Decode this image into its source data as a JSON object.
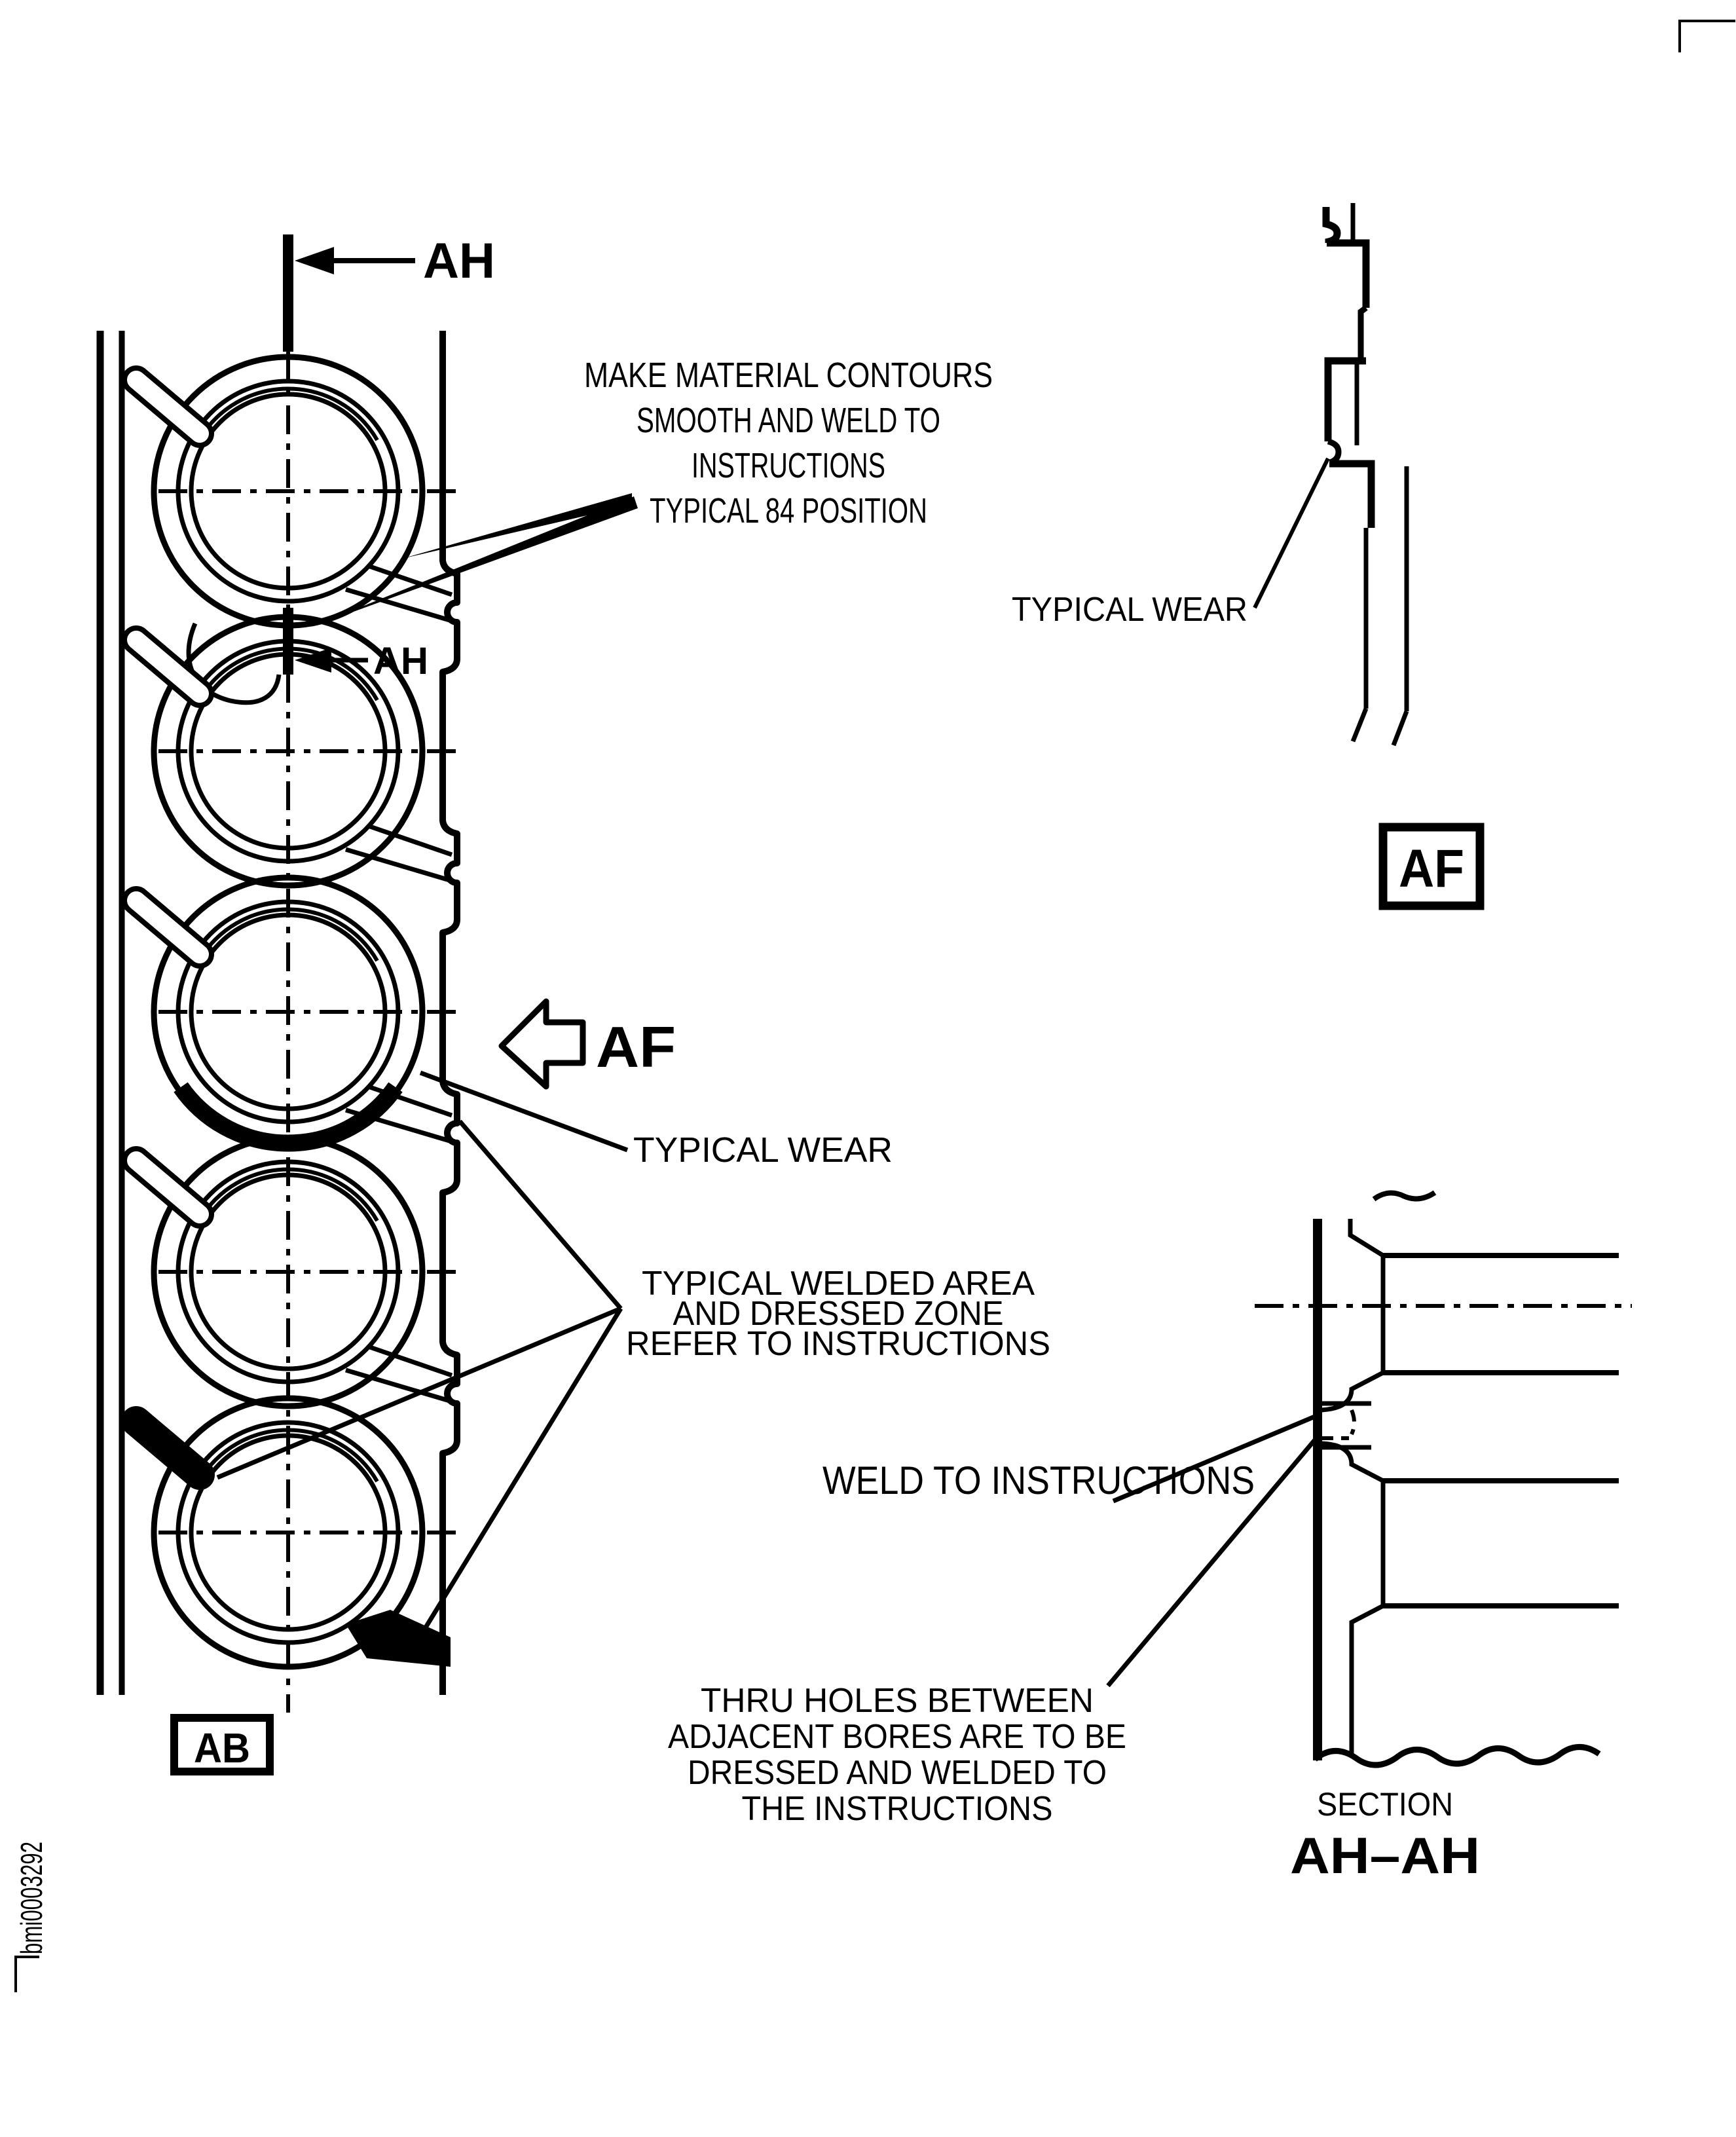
{
  "figure": {
    "code": "bmi0003292",
    "colors": {
      "ink": "#000000",
      "paper": "#ffffff"
    },
    "view_labels": {
      "ah_top": "AH",
      "ah_mid": "AH",
      "af_arrow": "AF",
      "af_detail_box": "AF",
      "ab_box": "AB"
    },
    "section": {
      "label": "SECTION",
      "name": "AH–AH"
    },
    "annotations": {
      "make_contours": {
        "lines": [
          "MAKE MATERIAL CONTOURS",
          "SMOOTH AND WELD TO",
          "INSTRUCTIONS",
          "TYPICAL 84 POSITION"
        ]
      },
      "typical_wear_left": "TYPICAL WEAR",
      "typical_wear_right": "TYPICAL WEAR",
      "welded_area": {
        "lines": [
          "TYPICAL WELDED AREA",
          "AND DRESSED ZONE",
          "REFER TO INSTRUCTIONS"
        ]
      },
      "weld_to_instructions": "WELD TO INSTRUCTIONS",
      "thru_holes": {
        "lines": [
          "THRU HOLES BETWEEN",
          "ADJACENT BORES ARE TO BE",
          "DRESSED AND WELDED TO",
          "THE INSTRUCTIONS"
        ]
      }
    }
  }
}
